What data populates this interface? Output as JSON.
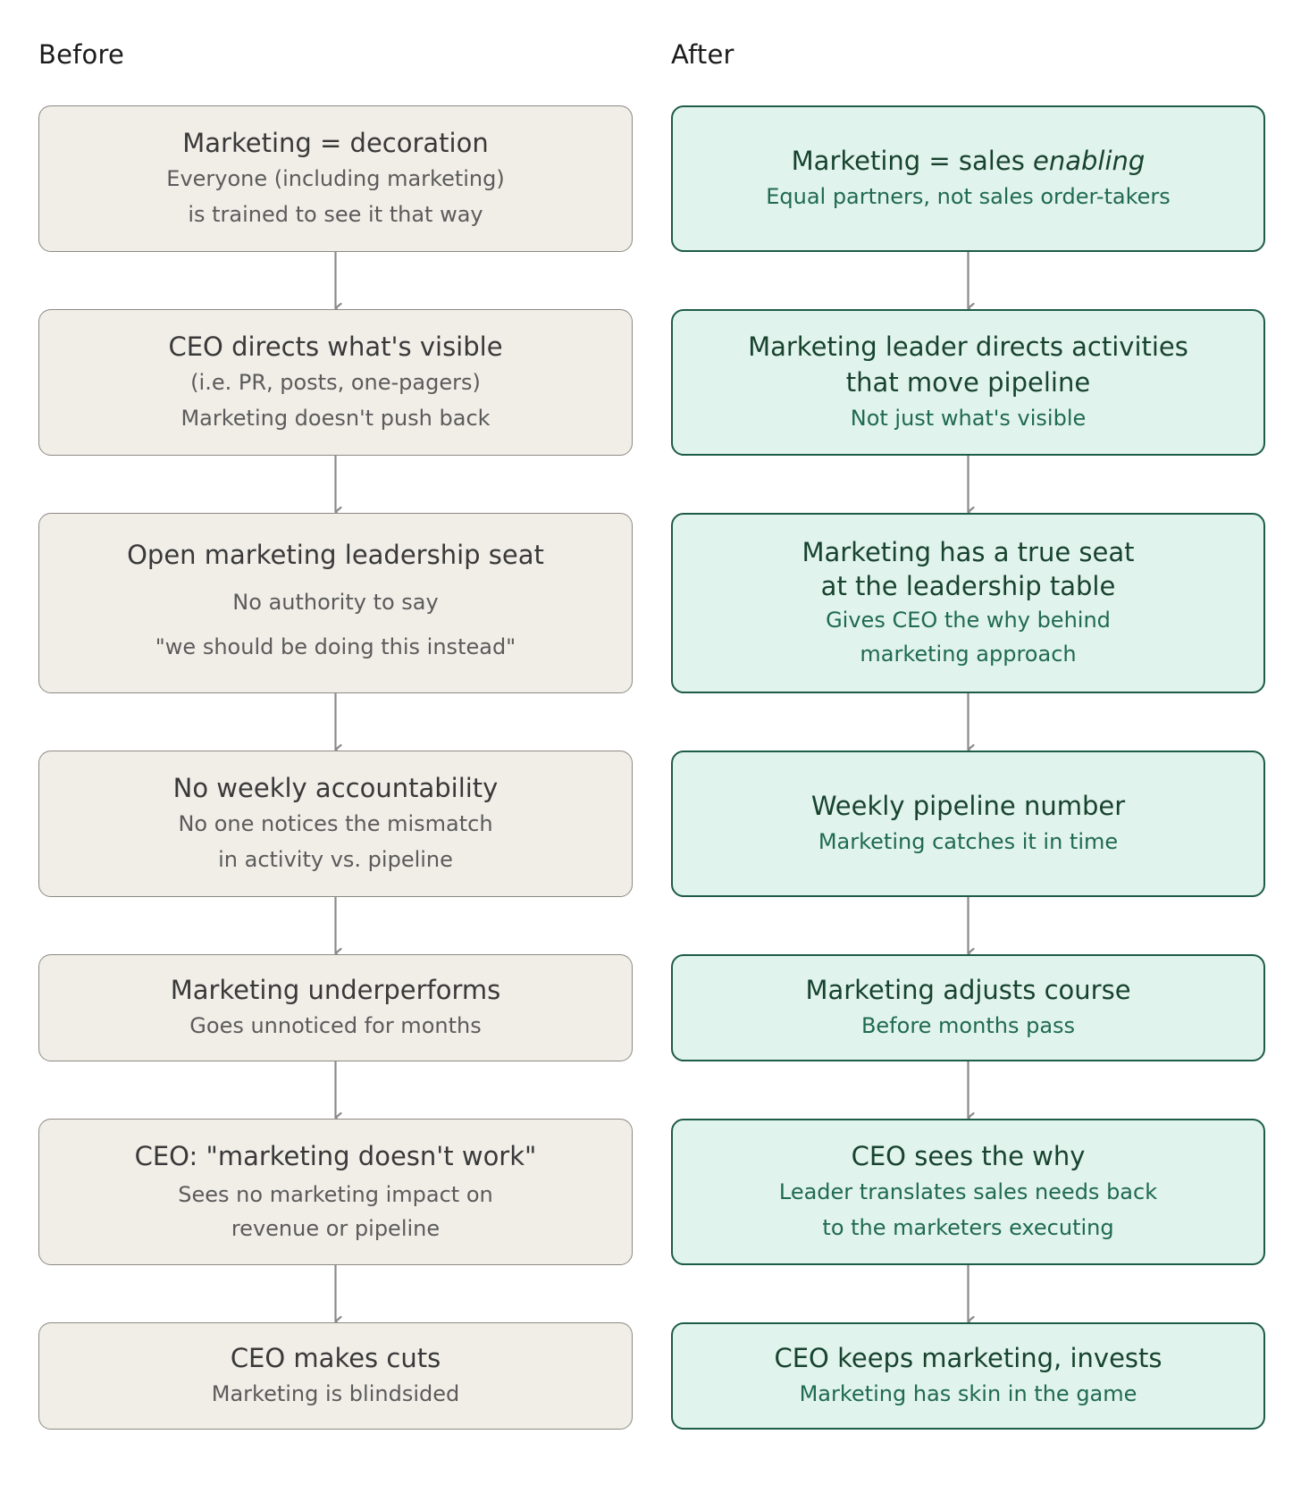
{
  "columns": {
    "before": {
      "heading": "Before",
      "boxes": [
        {
          "title": [
            "Marketing = decoration"
          ],
          "subtitle": [
            "Everyone (including marketing)",
            "is trained to see it that way"
          ]
        },
        {
          "title": [
            "CEO directs what's visible"
          ],
          "subtitle": [
            "(i.e. PR, posts, one-pagers)",
            "Marketing doesn't push back"
          ]
        },
        {
          "title": [
            "Open marketing leadership seat"
          ],
          "subtitle": [
            "No authority to say",
            "\"we should be doing this instead\""
          ]
        },
        {
          "title": [
            "No weekly accountability"
          ],
          "subtitle": [
            "No one notices the mismatch",
            "in activity vs. pipeline"
          ]
        },
        {
          "title": [
            "Marketing underperforms"
          ],
          "subtitle": [
            "Goes unnoticed for months"
          ]
        },
        {
          "title": [
            "CEO: \"marketing doesn't work\""
          ],
          "subtitle": [
            "Sees no marketing impact on",
            "revenue or pipeline"
          ]
        },
        {
          "title": [
            "CEO makes cuts"
          ],
          "subtitle": [
            "Marketing is blindsided"
          ]
        }
      ]
    },
    "after": {
      "heading": "After",
      "boxes": [
        {
          "title_prefix": "Marketing = sales ",
          "title_emphasis": "enabling",
          "subtitle": [
            "Equal partners, not sales order-takers"
          ]
        },
        {
          "title": [
            "Marketing leader directs activities",
            "that move pipeline"
          ],
          "subtitle": [
            "Not just what's visible"
          ]
        },
        {
          "title": [
            "Marketing has a true seat",
            "at the leadership table"
          ],
          "subtitle": [
            "Gives CEO the why behind",
            "marketing approach"
          ]
        },
        {
          "title": [
            "Weekly pipeline number"
          ],
          "subtitle": [
            "Marketing catches it in time"
          ]
        },
        {
          "title": [
            "Marketing adjusts course"
          ],
          "subtitle": [
            "Before months pass"
          ]
        },
        {
          "title": [
            "CEO sees the why"
          ],
          "subtitle": [
            "Leader translates sales needs back",
            "to the marketers executing"
          ]
        },
        {
          "title": [
            "CEO keeps marketing, invests"
          ],
          "subtitle": [
            "Marketing has skin in the game"
          ]
        }
      ]
    }
  },
  "colors": {
    "before_fill": "#f1eee8",
    "before_border": "#8d8a85",
    "after_fill": "#e1f3ed",
    "after_border": "#1d5c46",
    "arrow": "#8a8a8a"
  }
}
